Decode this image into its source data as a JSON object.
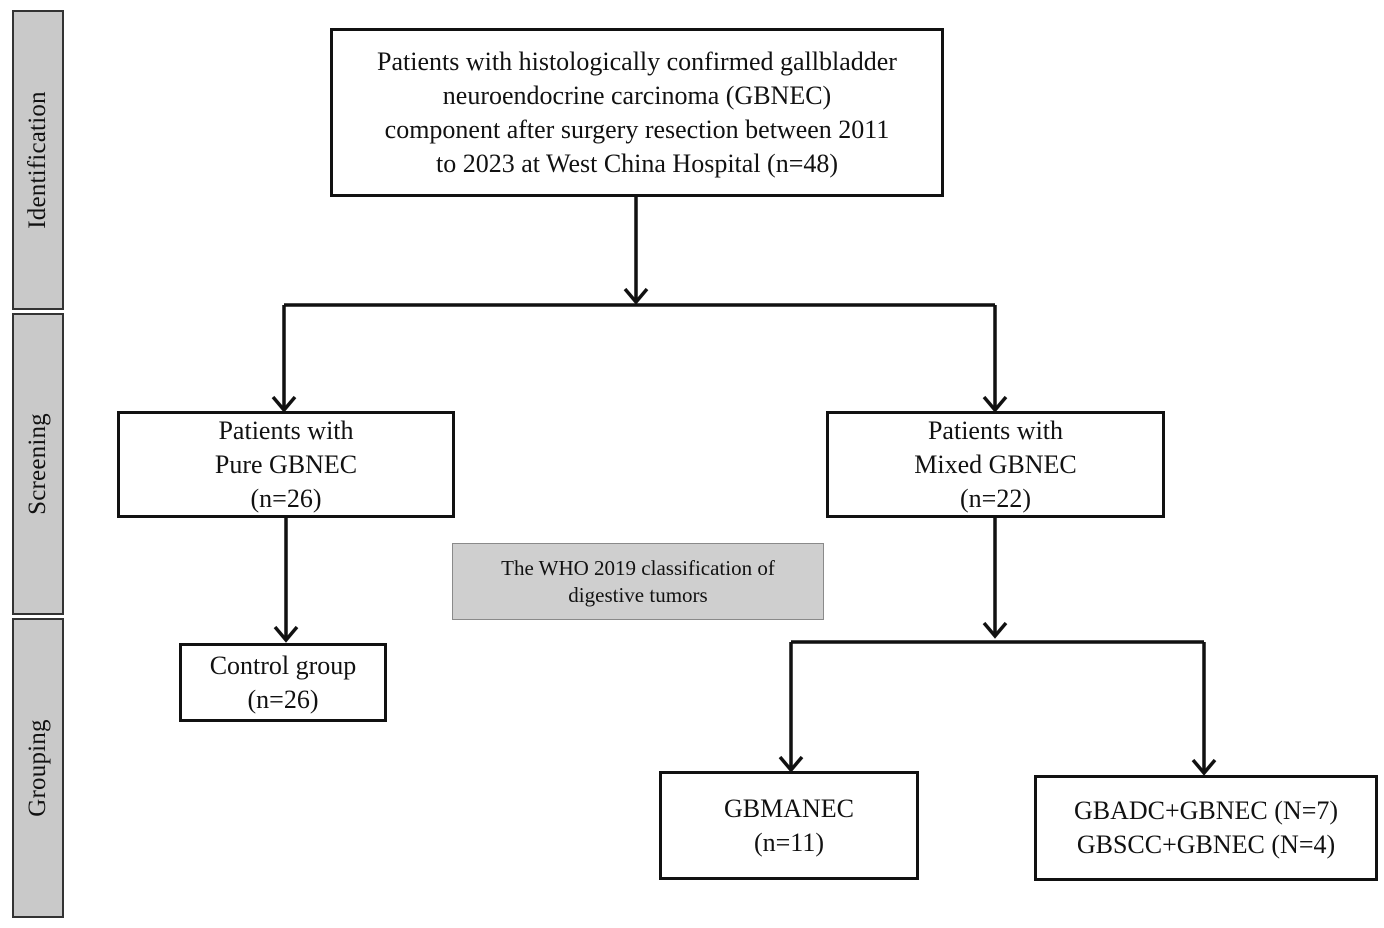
{
  "stages": {
    "identification": "Identification",
    "screening": "Screening",
    "grouping": "Grouping"
  },
  "boxes": {
    "identification": {
      "lines": [
        "Patients with histologically confirmed gallbladder",
        "neuroendocrine carcinoma (GBNEC)",
        "component after surgery resection between 2011",
        "to 2023 at West China Hospital (n=48)"
      ]
    },
    "pure": {
      "lines": [
        "Patients with",
        "Pure GBNEC",
        "(n=26)"
      ]
    },
    "mixed": {
      "lines": [
        "Patients with",
        "Mixed GBNEC",
        "(n=22)"
      ]
    },
    "control": {
      "lines": [
        "Control group",
        "(n=26)"
      ]
    },
    "who": {
      "lines": [
        "The WHO 2019 classification of",
        "digestive tumors"
      ]
    },
    "gbmanec": {
      "lines": [
        "GBMANEC",
        "(n=11)"
      ]
    },
    "gbadc": {
      "lines": [
        "GBADC+GBNEC (N=7)",
        "GBSCC+GBNEC (N=4)"
      ]
    }
  }
}
